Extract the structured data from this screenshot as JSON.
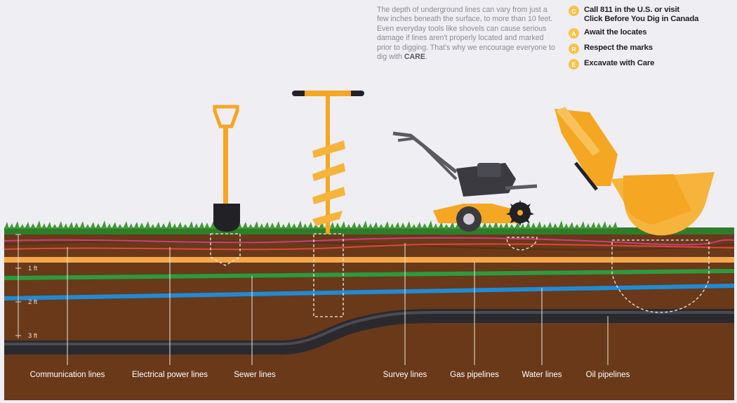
{
  "intro": {
    "text_before": "The depth of underground lines can vary from just a few inches beneath the surface, to more than 10 feet. Even everyday tools like shovels can cause serious damage if lines aren't properly located and marked prior to digging. That's why we encourage everyone to dig with ",
    "emphasis": "CARE",
    "text_after": "."
  },
  "steps": [
    {
      "letter": "C",
      "text_line1": "Call 811 in the U.S. or visit",
      "text_line2": "Click Before You Dig in Canada"
    },
    {
      "letter": "A",
      "text_line1": "Await the locates",
      "text_line2": ""
    },
    {
      "letter": "R",
      "text_line1": "Respect the marks",
      "text_line2": ""
    },
    {
      "letter": "E",
      "text_line1": "Excavate with Care",
      "text_line2": ""
    }
  ],
  "depth_scale": [
    "1 ft",
    "2 ft",
    "3 ft"
  ],
  "line_labels": {
    "communication": "Communication lines",
    "electrical": "Electrical power lines",
    "sewer": "Sewer lines",
    "survey": "Survey lines",
    "gas": "Gas pipelines",
    "water": "Water lines",
    "oil": "Oil pipelines"
  },
  "colors": {
    "background": "#efeef3",
    "soil": "#69391a",
    "grass": "#2f7d2a",
    "accent_orange": "#f5a623",
    "badge_yellow": "#f8c34d",
    "gas_line": "#f6a94a",
    "sewer_line": "#2e9a3e",
    "water_line": "#1f8bd6",
    "oil_pipe": "#2a2a2e",
    "electrical_line": "#e0483a",
    "survey_line": "#c8407e"
  }
}
